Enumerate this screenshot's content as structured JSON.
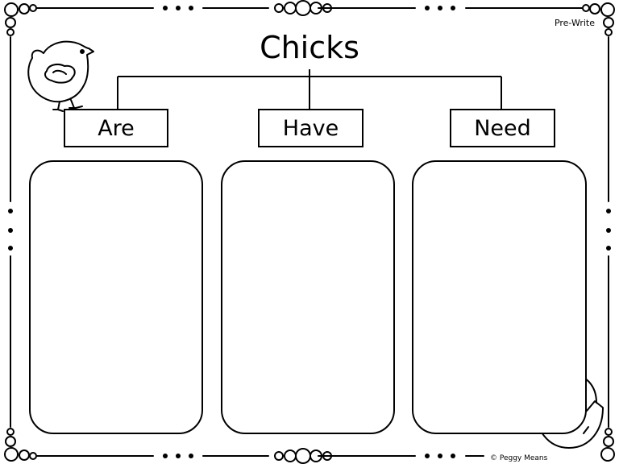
{
  "worksheet": {
    "title": "Chicks",
    "tag": "Pre-Write",
    "copyright": "© Peggy Means"
  },
  "categories": [
    {
      "id": "are",
      "label": "Are"
    },
    {
      "id": "have",
      "label": "Have"
    },
    {
      "id": "need",
      "label": "Need"
    }
  ],
  "icons": [
    "chick-icon",
    "hatching-chick-icon"
  ]
}
